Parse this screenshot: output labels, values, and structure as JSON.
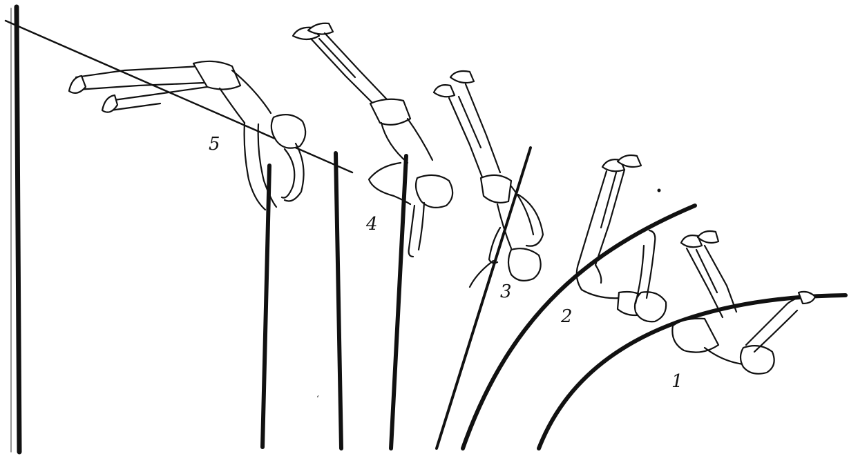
{
  "figure": {
    "phase_labels": [
      "1",
      "2",
      "3",
      "4",
      "5"
    ],
    "colors": {
      "ink": "#111111",
      "paper": "#ffffff"
    }
  }
}
